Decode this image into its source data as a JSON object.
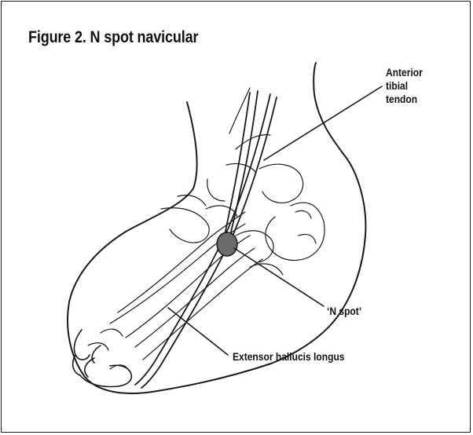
{
  "figure": {
    "title": "Figure 2. N spot navicular",
    "labels": {
      "anterior_tibial_tendon": "Anterior tibial tendon",
      "n_spot": "‘N spot’",
      "extensor_hallucis_longus": "Extensor hallucis longus"
    },
    "colors": {
      "line": "#1a1a1a",
      "n_spot_fill": "#6b6b6b"
    }
  }
}
